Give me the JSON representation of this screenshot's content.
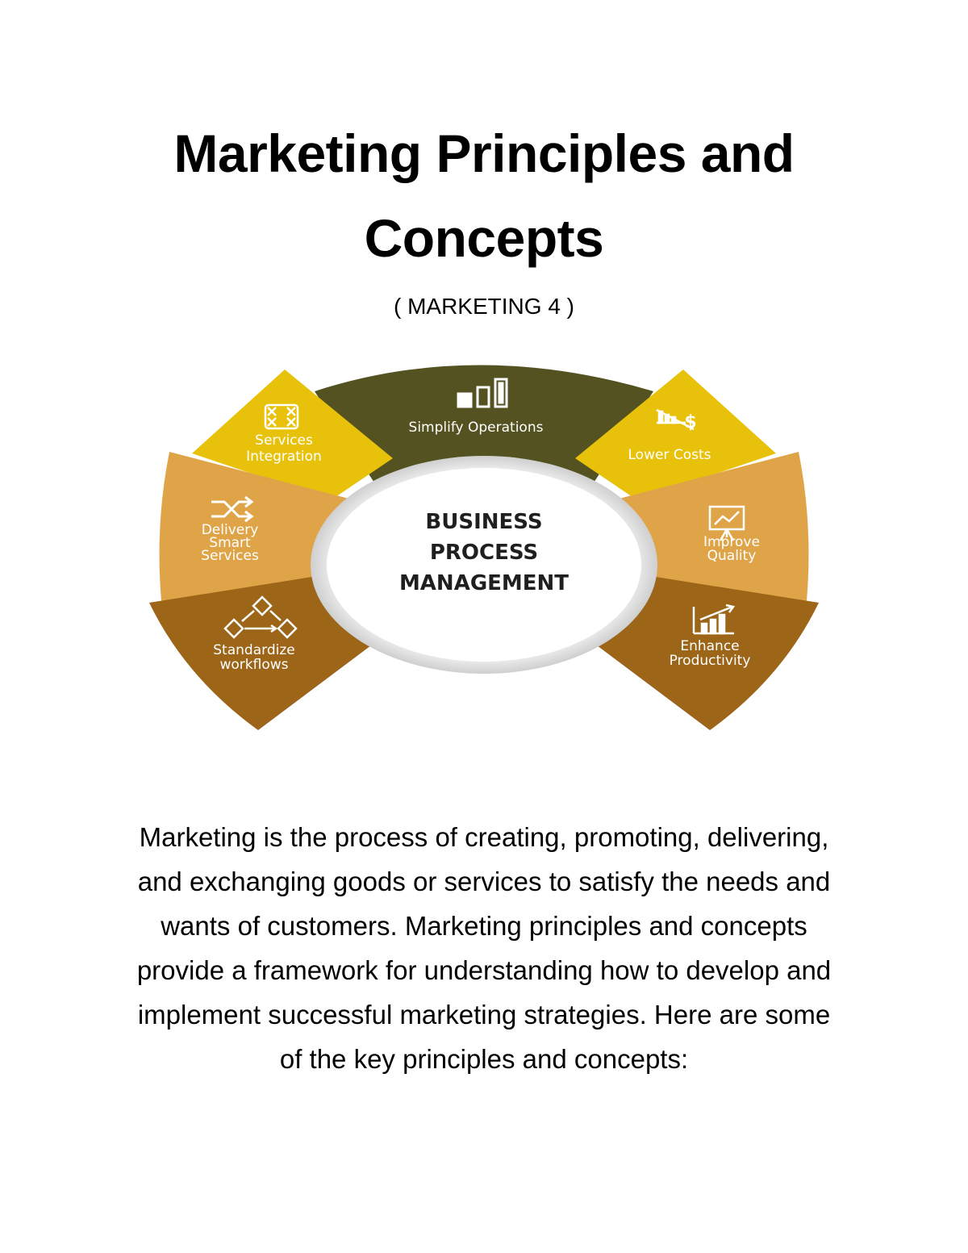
{
  "document": {
    "title_line1": "Marketing Principles and",
    "title_line2": "Concepts",
    "subtitle": "( MARKETING 4 )",
    "body": "Marketing is the process of creating, promoting, delivering, and exchanging goods or services to satisfy the needs and wants of customers. Marketing principles and concepts provide a framework for understanding how to develop and implement successful marketing strategies. Here are some of the key principles and concepts:"
  },
  "diagram": {
    "center": {
      "line1": "BUSINESS",
      "line2": "PROCESS",
      "line3": "MANAGEMENT"
    },
    "segments": {
      "simplify_operations": "Simplify Operations",
      "services_integration_1": "Services",
      "services_integration_2": "Integration",
      "lower_costs": "Lower Costs",
      "delivery_1": "Delivery",
      "delivery_2": "Smart",
      "delivery_3": "Services",
      "improve_quality_1": "Improve",
      "improve_quality_2": "Quality",
      "standardize_1": "Standardize",
      "standardize_2": "workflows",
      "enhance_1": "Enhance",
      "enhance_2": "Productivity",
      "dollar_sign": "$"
    },
    "colors": {
      "olive": "#545220",
      "yellow": "#E8C20A",
      "tan": "#E0A448",
      "brown": "#9C6518",
      "ring": "#D8D8D8"
    }
  }
}
